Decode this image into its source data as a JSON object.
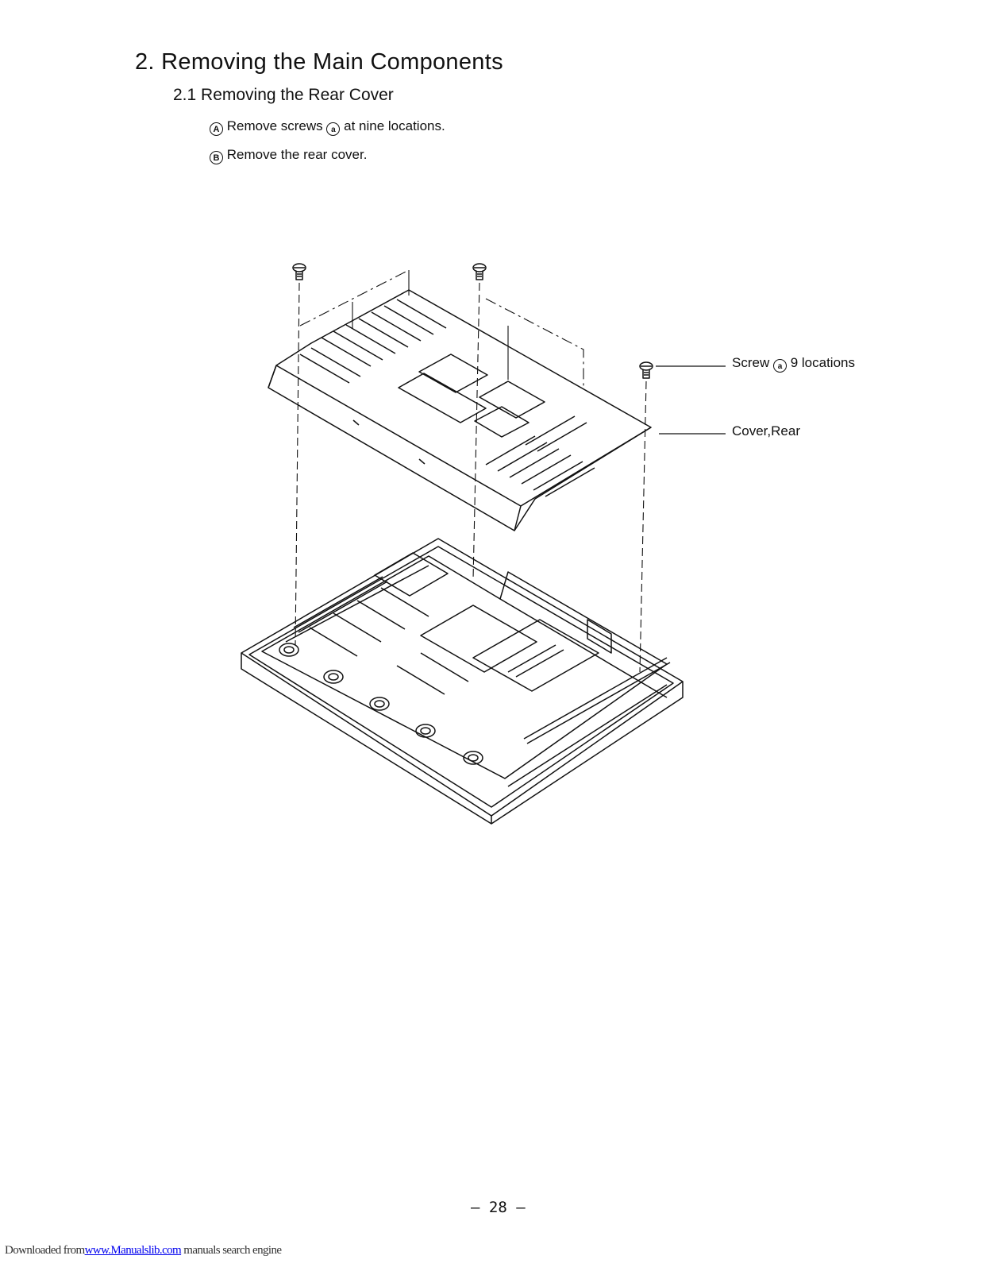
{
  "heading": "2. Removing the Main Components",
  "subheading": "2.1 Removing the Rear Cover",
  "steps": [
    {
      "marker": "A",
      "before": "Remove screws",
      "ref": "a",
      "after": "at nine locations."
    },
    {
      "marker": "B",
      "text": "Remove the rear cover."
    }
  ],
  "callouts": {
    "screw": {
      "before": "Screw",
      "ref": "a",
      "after": "9 locations"
    },
    "cover": "Cover,Rear"
  },
  "page_number": "– 28 –",
  "footer": {
    "prefix": "Downloaded from",
    "link": "www.Manualslib.com",
    "suffix": " manuals search engine"
  }
}
